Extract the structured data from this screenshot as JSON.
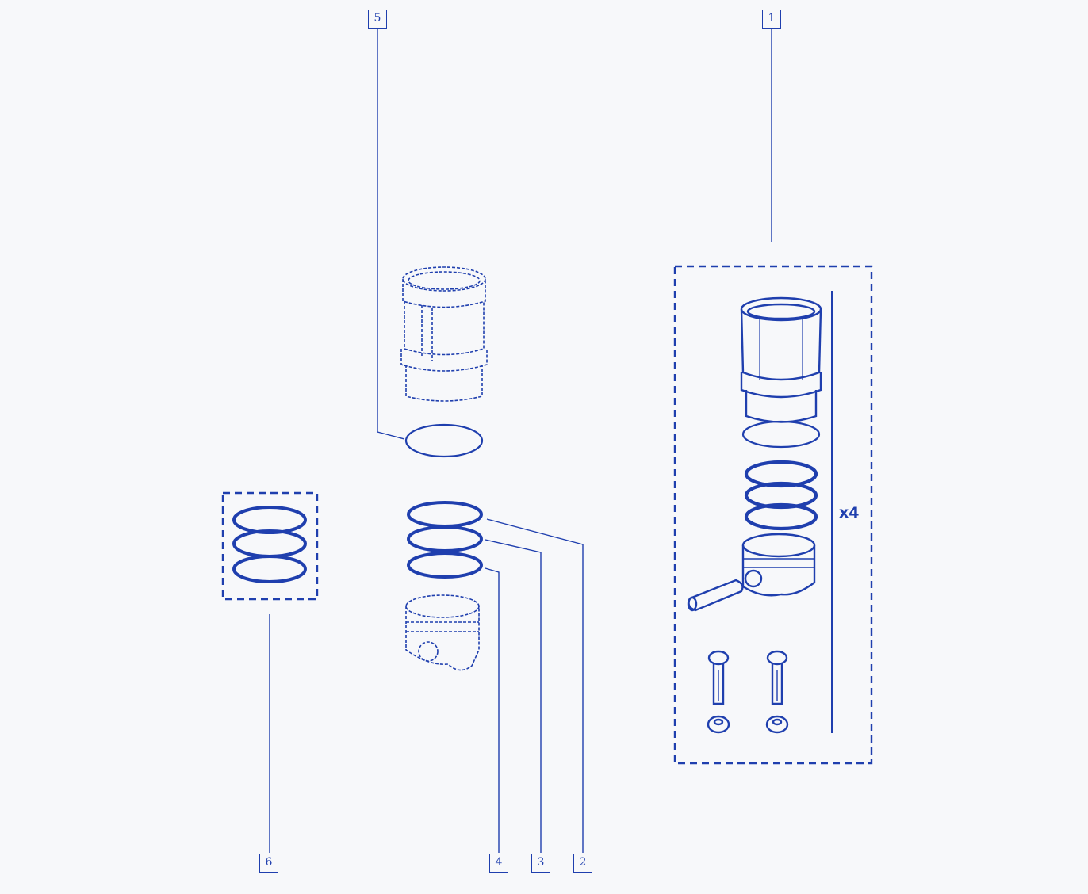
{
  "diagram": {
    "ink_color": "#1f3fae",
    "background_color": "#f7f8fa",
    "callouts": {
      "c1": "1",
      "c2": "2",
      "c3": "3",
      "c4": "4",
      "c5": "5",
      "c6": "6"
    },
    "kit_quantity": "x4",
    "parts": [
      "cylinder-liner",
      "liner-seal-ring",
      "piston-ring-set",
      "piston",
      "piston-pin",
      "connecting-rod-bolt",
      "nut"
    ]
  }
}
